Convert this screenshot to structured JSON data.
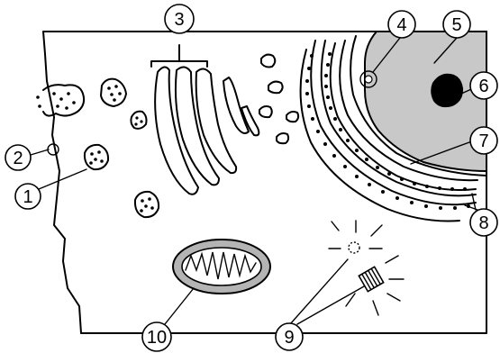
{
  "labels": [
    {
      "id": 1,
      "text": "1",
      "structure": "vesicle",
      "icon": "numbered-callout"
    },
    {
      "id": 2,
      "text": "2",
      "structure": "cell membrane",
      "icon": "numbered-callout"
    },
    {
      "id": 3,
      "text": "3",
      "structure": "golgi apparatus",
      "icon": "numbered-callout"
    },
    {
      "id": 4,
      "text": "4",
      "structure": "nuclear pore",
      "icon": "numbered-callout"
    },
    {
      "id": 5,
      "text": "5",
      "structure": "nucleus",
      "icon": "numbered-callout"
    },
    {
      "id": 6,
      "text": "6",
      "structure": "nucleolus",
      "icon": "numbered-callout"
    },
    {
      "id": 7,
      "text": "7",
      "structure": "nuclear envelope",
      "icon": "numbered-callout"
    },
    {
      "id": 8,
      "text": "8",
      "structure": "rough endoplasmic reticulum",
      "icon": "numbered-callout"
    },
    {
      "id": 9,
      "text": "9",
      "structure": "centrioles",
      "icon": "numbered-callout"
    },
    {
      "id": 10,
      "text": "10",
      "structure": "mitochondrion",
      "icon": "numbered-callout"
    }
  ],
  "colors": {
    "ink": "#000000",
    "nucleus_fill": "#c8c8c8",
    "mitochondrion_fill": "#b4b4b4",
    "background": "#ffffff"
  }
}
